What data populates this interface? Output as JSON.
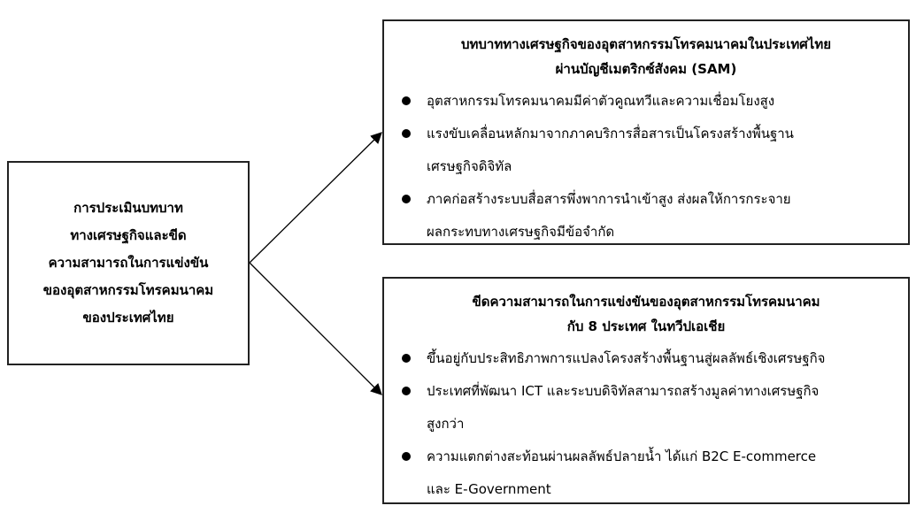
{
  "left_box": {
    "lines": [
      "การประเมินบทบาท",
      "ทางเศรษฐกิจและขีด",
      "ความสามารถในการแข่งขัน",
      "ของอุตสาหกรรมโทรคมนาคม",
      "ของประเทศไทย"
    ]
  },
  "top_box": {
    "title_lines": [
      "บทบาททางเศรษฐกิจของอุตสาหกรรมโทรคมนาคมในประเทศไทย",
      "ผ่านบัญชีเมตริกซ์สังคม (SAM)"
    ],
    "bullets": [
      [
        "อุตสาหกรรมโทรคมนาคมมีค่าตัวคูณทวีและความเชื่อมโยงสูง"
      ],
      [
        "แรงขับเคลื่อนหลักมาจากภาคบริการสื่อสารเป็นโครงสร้างพื้นฐาน",
        "เศรษฐกิจดิจิทัล"
      ],
      [
        "ภาคก่อสร้างระบบสื่อสารพึ่งพาการนำเข้าสูง ส่งผลให้การกระจาย",
        "ผลกระทบทางเศรษฐกิจมีข้อจำกัด"
      ]
    ]
  },
  "bottom_box": {
    "title_lines": [
      "ขีดความสามารถในการแข่งขันของอุตสาหกรรมโทรคมนาคม",
      "กับ 8 ประเทศ ในทวีปเอเชีย"
    ],
    "bullets": [
      [
        "ขึ้นอยู่กับประสิทธิภาพการแปลงโครงสร้างพื้นฐานสู่ผลลัพธ์เชิงเศรษฐกิจ"
      ],
      [
        "ประเทศที่พัฒนา ICT และระบบดิจิทัลสามารถสร้างมูลค่าทางเศรษฐกิจ",
        "สูงกว่า"
      ],
      [
        "ความแตกต่างสะท้อนผ่านผลลัพธ์ปลายน้ำ ได้แก่ B2C E-commerce",
        "และ E-Government"
      ]
    ]
  }
}
